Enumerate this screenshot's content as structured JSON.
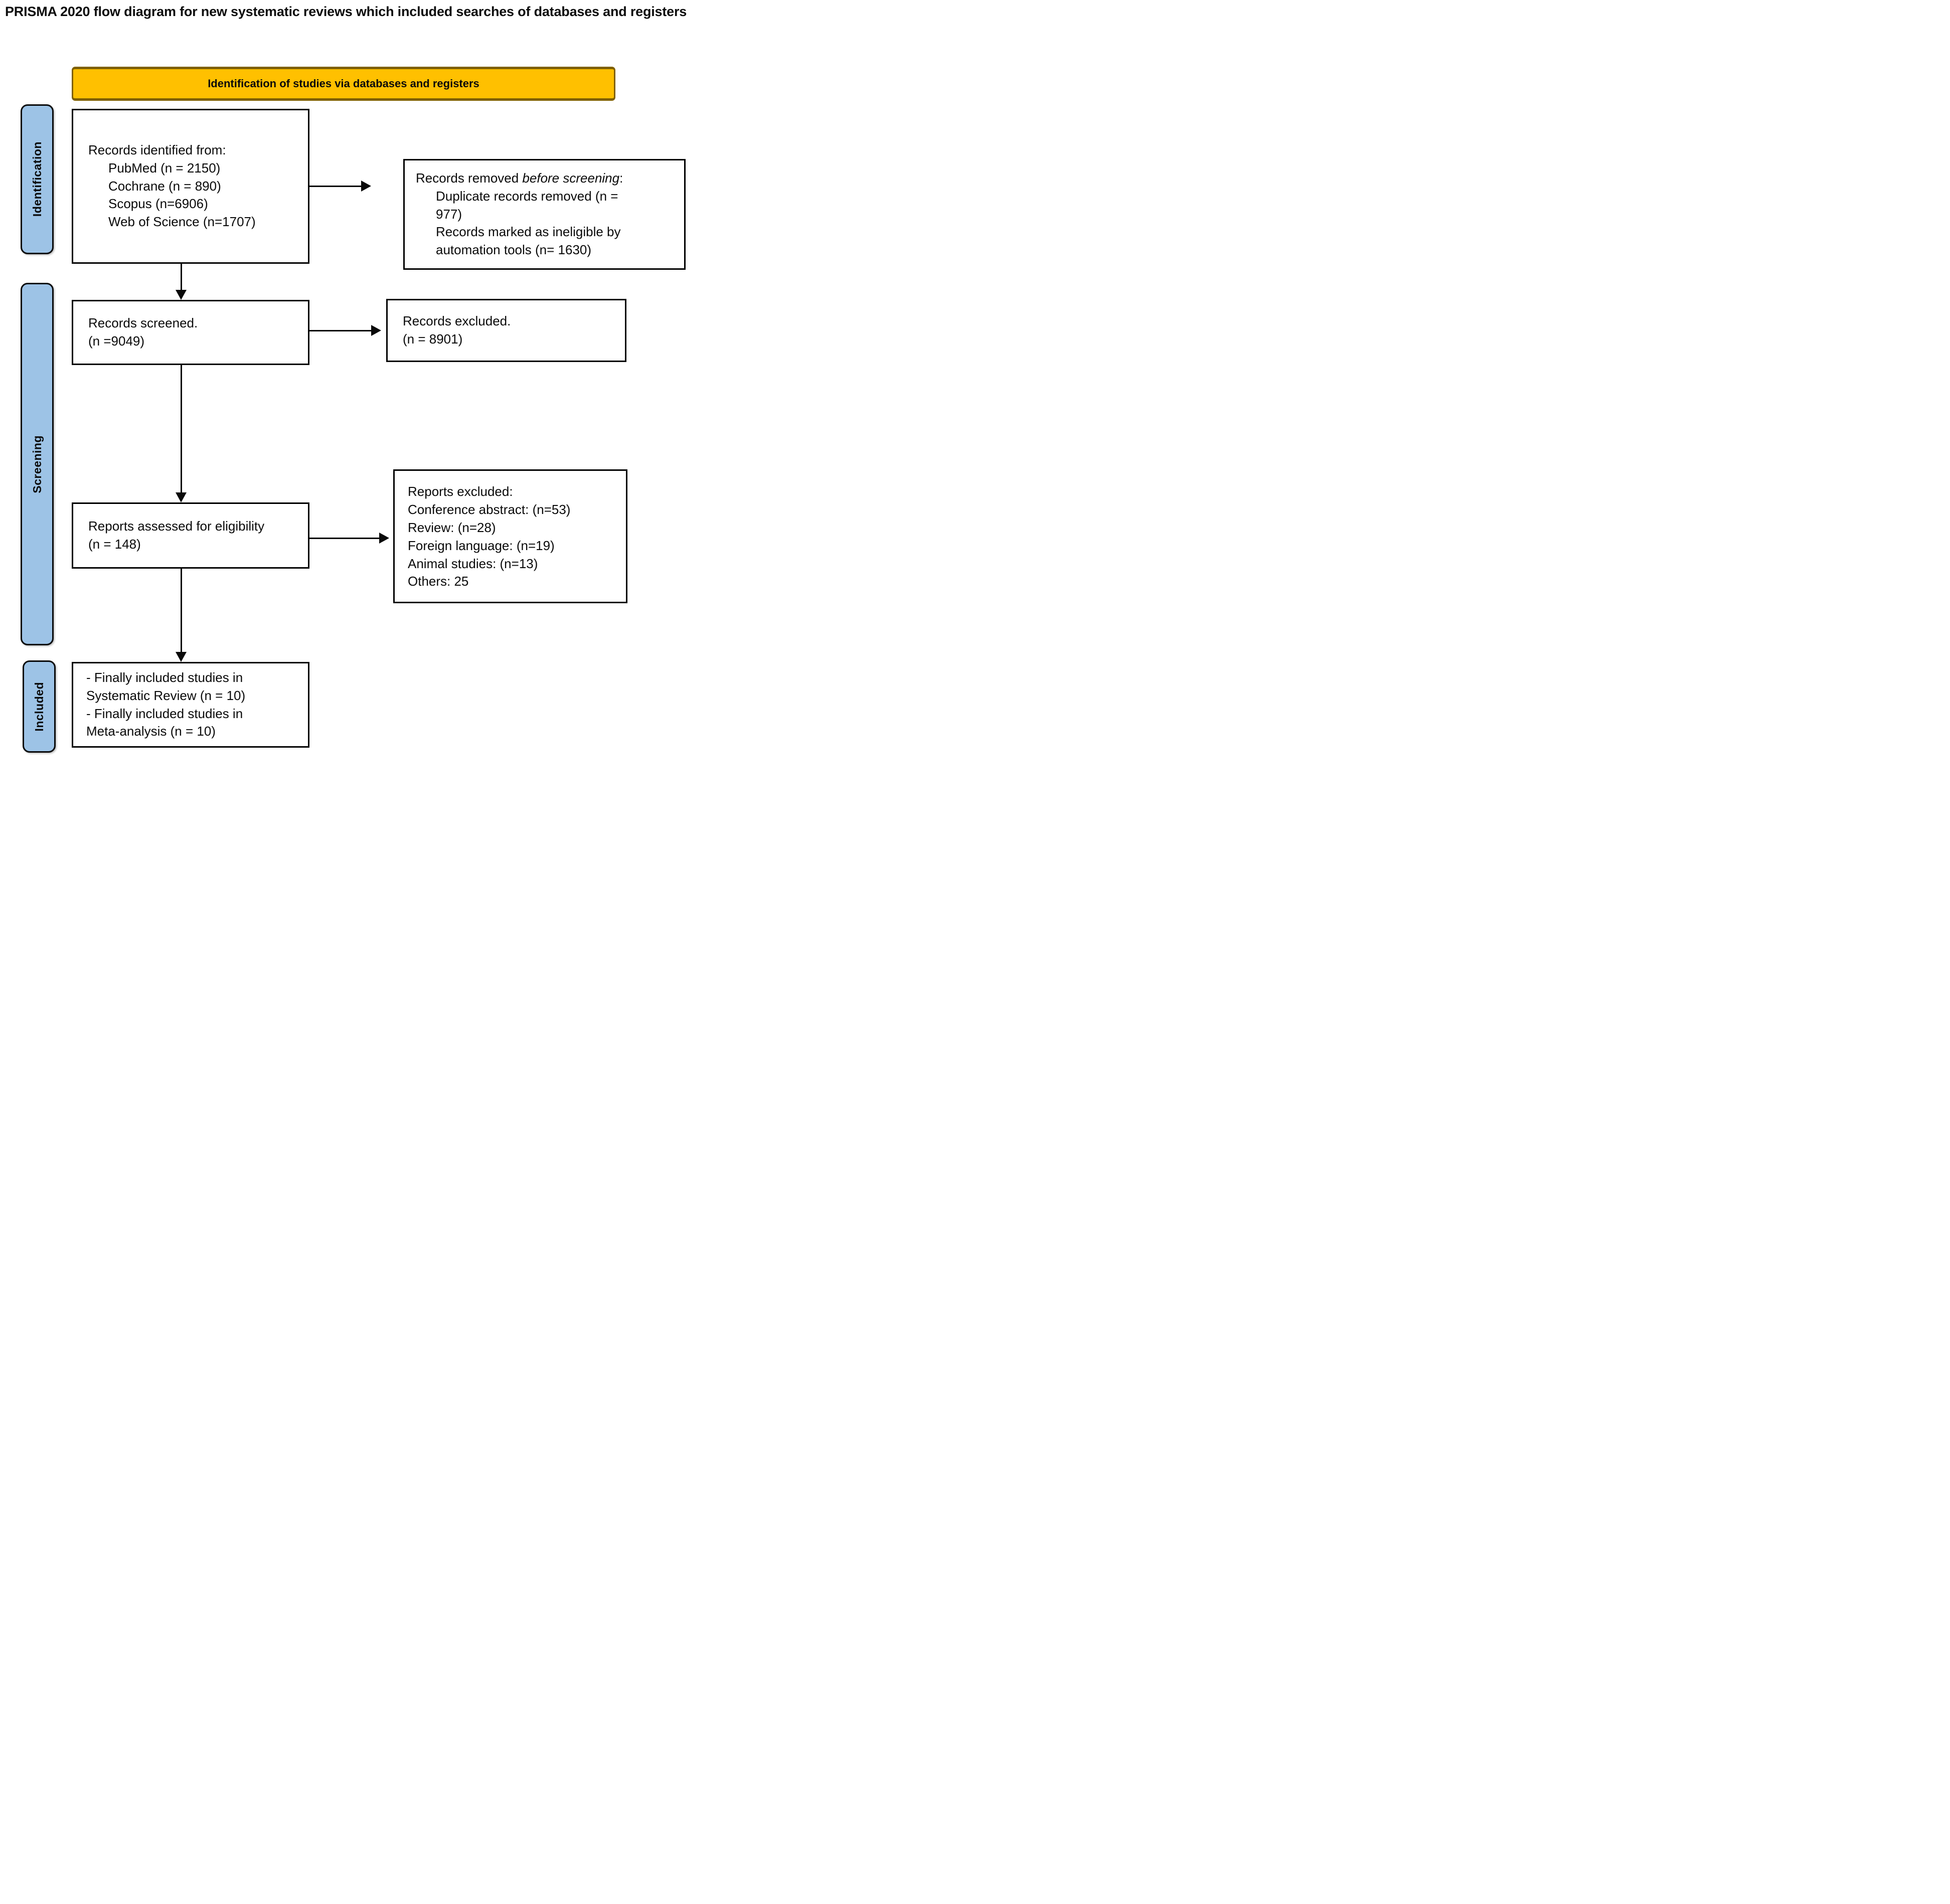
{
  "title": "PRISMA 2020 flow diagram for new systematic reviews which included searches of databases and registers",
  "banner": {
    "label": "Identification of studies via databases and registers"
  },
  "stages": {
    "identification": "Identification",
    "screening": "Screening",
    "included": "Included"
  },
  "colors": {
    "banner_bg": "#FFC000",
    "banner_border": "#7F6000",
    "stage_bg": "#9DC3E6",
    "box_border": "#000000"
  },
  "boxes": {
    "records_identified": {
      "lines": [
        "Records identified from:",
        "PubMed (n = 2150)",
        "Cochrane (n = 890)",
        "Scopus (n=6906)",
        "Web of Science (n=1707)"
      ]
    },
    "records_removed": {
      "line1_prefix": "Records removed ",
      "line1_italic": "before screening",
      "line1_suffix": ":",
      "lines": [
        "Duplicate records removed (n =",
        "977)",
        "Records marked as ineligible by",
        "automation tools (n= 1630)"
      ]
    },
    "records_screened": {
      "lines": [
        "Records screened.",
        "(n =9049)"
      ]
    },
    "records_excluded": {
      "lines": [
        "Records excluded.",
        "(n = 8901)"
      ]
    },
    "reports_assessed": {
      "lines": [
        "Reports assessed for eligibility",
        "(n = 148)"
      ]
    },
    "reports_excluded": {
      "lines": [
        "Reports excluded:",
        "Conference abstract: (n=53)",
        "Review: (n=28)",
        "Foreign language: (n=19)",
        "Animal studies: (n=13)",
        "Others: 25"
      ]
    },
    "included_studies": {
      "lines": [
        "- Finally included studies in",
        "Systematic Review (n = 10)",
        "- Finally included studies in",
        "Meta-analysis (n = 10)"
      ]
    }
  }
}
